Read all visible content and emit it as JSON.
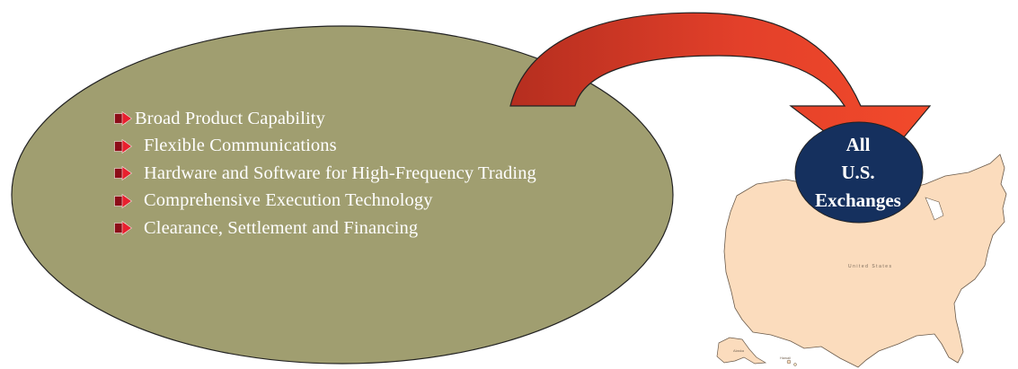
{
  "bullets": [
    "Broad Product Capability",
    "Flexible Communications",
    "Hardware and Software for High-Frequency Trading",
    "Comprehensive Execution Technology",
    "Clearance, Settlement and Financing"
  ],
  "badge": {
    "line1": "All",
    "line2": "U.S.",
    "line3": "Exchanges"
  },
  "map": {
    "country_label": "United States",
    "alaska_label": "Alaska",
    "hawaii_label": "Hawaii"
  },
  "colors": {
    "oval_fill": "#a09e70",
    "arrow_fill": "#e3402a",
    "badge_fill": "#15305e",
    "map_fill": "#fbdcbd",
    "bullet_icon": "#c8102e"
  }
}
